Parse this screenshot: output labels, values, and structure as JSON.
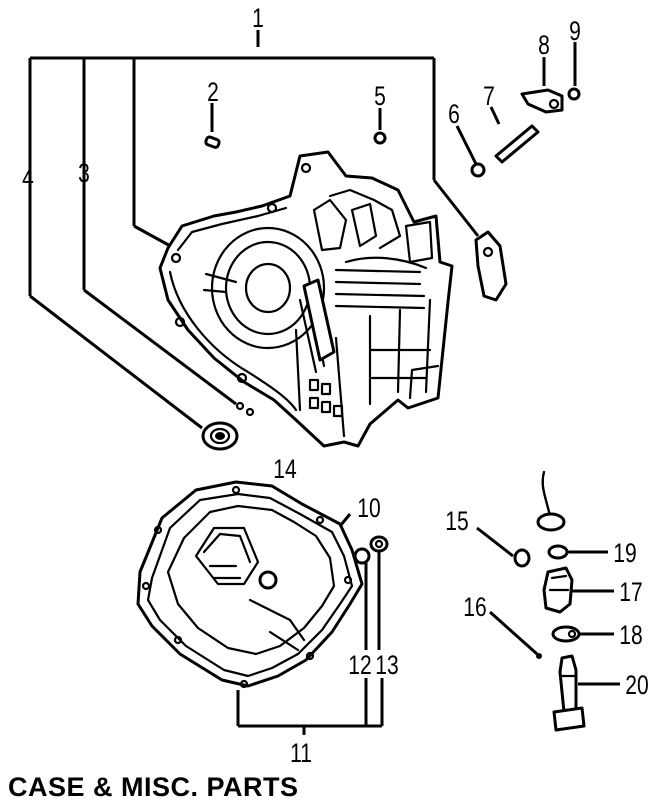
{
  "caption": "CASE & MISC. PARTS",
  "callouts": {
    "c1": "1",
    "c2": "2",
    "c3": "3",
    "c4": "4",
    "c5": "5",
    "c6": "6",
    "c7": "7",
    "c8": "8",
    "c9": "9",
    "c10": "10",
    "c11": "11",
    "c12": "12",
    "c13": "13",
    "c14": "14",
    "c15": "15",
    "c16": "16",
    "c17": "17",
    "c18": "18",
    "c19": "19",
    "c20": "20"
  }
}
